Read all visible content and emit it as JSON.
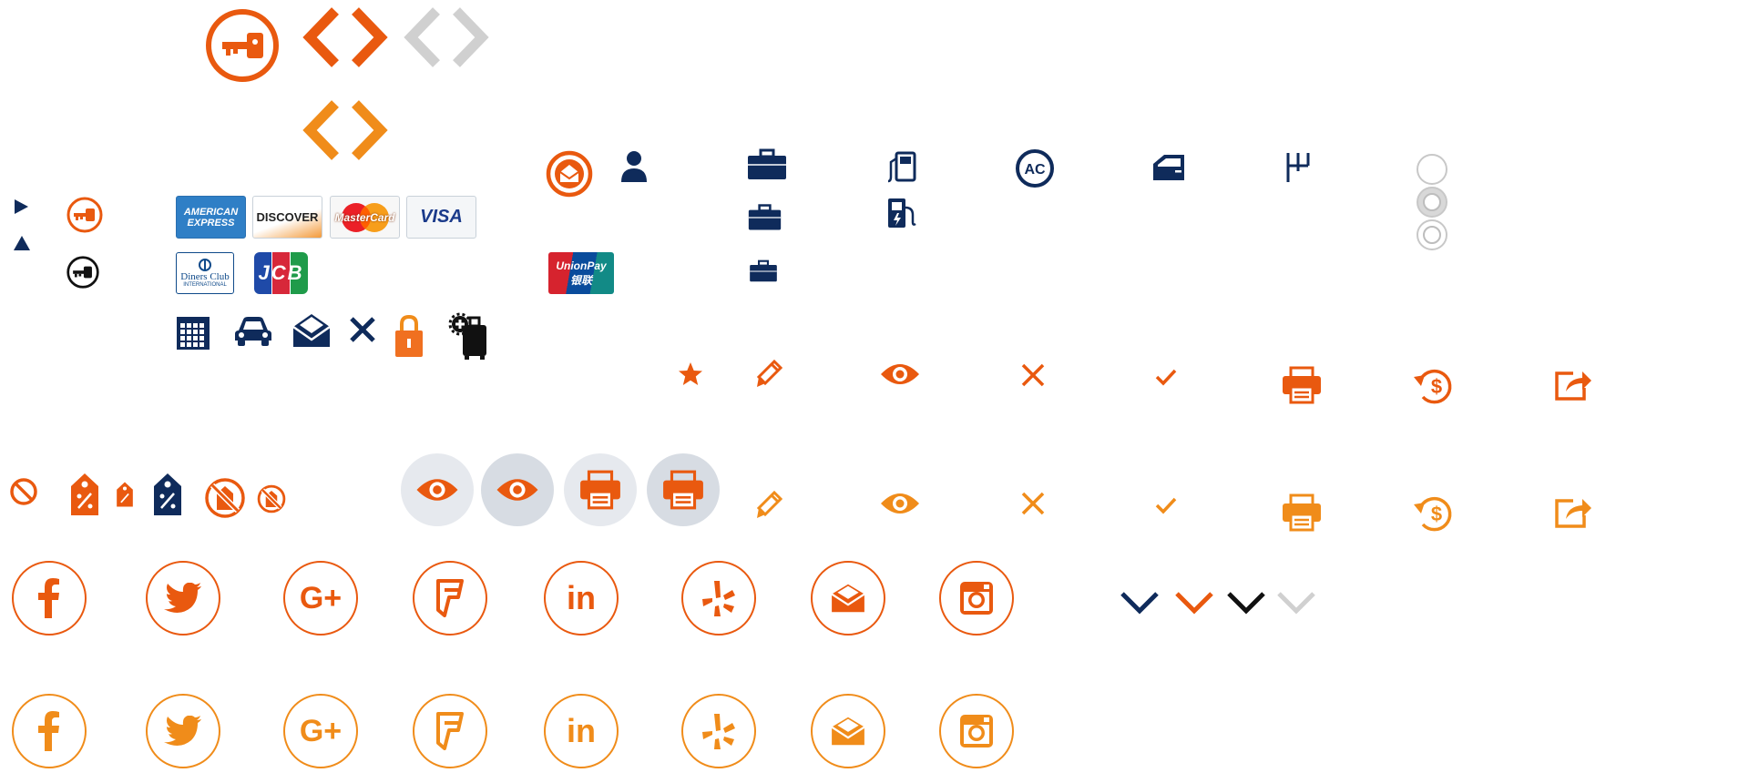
{
  "colors": {
    "orange": "#e9590f",
    "orange_light": "#f08c1a",
    "navy": "#0f2b5b",
    "gray": "#d0d0d0",
    "black": "#111111",
    "bubble": "#e1e5eb"
  },
  "payment_cards": {
    "amex": {
      "line1": "AMERICAN",
      "line2": "EXPRESS"
    },
    "discover": {
      "label": "DISCOVER"
    },
    "mastercard": {
      "label": "MasterCard"
    },
    "visa": {
      "label": "VISA"
    },
    "diners": {
      "line1": "Diners Club",
      "line2": "INTERNATIONAL"
    },
    "jcb": {
      "label": "JCB"
    },
    "unionpay": {
      "line1": "UnionPay",
      "line2": "银联"
    }
  },
  "car_features": {
    "ac_label": "AC"
  },
  "social_icons": {
    "items": [
      "facebook-icon",
      "twitter-icon",
      "google-plus-icon",
      "foursquare-icon",
      "linkedin-icon",
      "yelp-icon",
      "email-icon",
      "instagram-icon"
    ],
    "google_plus_text": "G+",
    "linkedin_text": "in"
  },
  "icon_sets": {
    "row1_actions": [
      "star-icon",
      "pencil-icon",
      "eye-icon",
      "close-icon",
      "check-icon",
      "printer-icon",
      "refund-icon",
      "share-icon"
    ],
    "row2_actions": [
      "pencil-icon",
      "eye-icon",
      "close-icon",
      "check-icon",
      "printer-icon",
      "refund-icon",
      "share-icon"
    ],
    "chevrons": [
      "chevron-down-navy-icon",
      "chevron-down-orange-icon",
      "chevron-down-black-icon",
      "chevron-down-gray-icon"
    ],
    "radios": [
      "radio-empty",
      "radio-selected",
      "radio-ring"
    ]
  },
  "misc_text": {
    "refund_symbol": "$"
  }
}
